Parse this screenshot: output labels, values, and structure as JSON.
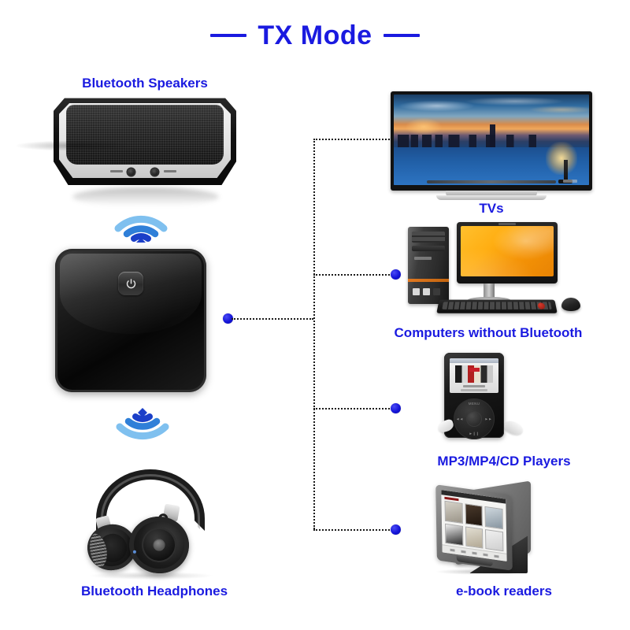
{
  "title": {
    "text": "TX Mode",
    "rule_left": "—",
    "rule_right": "—",
    "color": "#1a1ae0"
  },
  "theme": {
    "label_color": "#1a1ae0",
    "background": "#ffffff",
    "connector_dot_color": "#1414d8",
    "connector_line_color": "#1b1b1b",
    "signal_color_dark": "#1a3fd0",
    "signal_color_light": "#8ec6f0"
  },
  "sources": [
    {
      "id": "bluetooth-speakers",
      "label": "Bluetooth Speakers",
      "icon": "bluetooth-speaker-image",
      "signal": "wifi-signal-up-icon"
    },
    {
      "id": "bluetooth-headphones",
      "label": "Bluetooth Headphones",
      "icon": "bluetooth-headphones-image",
      "signal": "wifi-signal-down-icon"
    }
  ],
  "transmitter": {
    "id": "bluetooth-transmitter",
    "icon": "transmitter-device-image",
    "power_button": "power-button-icon"
  },
  "destinations": [
    {
      "id": "tvs",
      "label": "TVs",
      "icon": "tv-image"
    },
    {
      "id": "computers",
      "label": "Computers without Bluetooth",
      "icon": "desktop-computer-image"
    },
    {
      "id": "mp3",
      "label": "MP3/MP4/CD Players",
      "icon": "mp3-player-image"
    },
    {
      "id": "ebook",
      "label": "e-book readers",
      "icon": "ebook-reader-image"
    }
  ],
  "connectors": {
    "style": "dotted",
    "trunk_label": "vertical-trunk",
    "branch_count": 4,
    "source_node_label": "transmitter-output-node"
  }
}
